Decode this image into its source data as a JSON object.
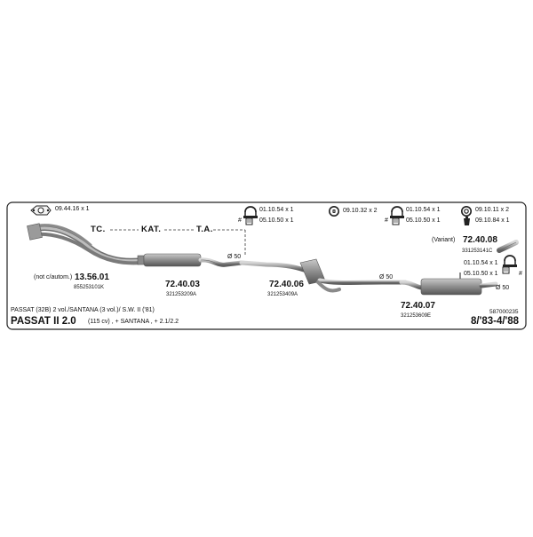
{
  "title": "PASSAT II 2.0",
  "years": "8/'83-4/'88",
  "model_line": "PASSAT (32B) 2 vol./SANTANA (3 vol.)/ S.W. II ('81)",
  "engine_line": "(115 cv) , + SANTANA , + 2.1/2.2",
  "diagram_number": "587000235",
  "section_labels": {
    "tc": "TC.",
    "kat": "KAT.",
    "ta": "T.A."
  },
  "diameters": {
    "d1": "Ø 50",
    "d2": "Ø 50",
    "d3": "Ø 50"
  },
  "parts": [
    {
      "number": "13.56.01",
      "oe": "855253101K",
      "note": "(not c/autom.)"
    },
    {
      "number": "72.40.03",
      "oe": "321253209A"
    },
    {
      "number": "72.40.06",
      "oe": "321253409A"
    },
    {
      "number": "72.40.07",
      "oe": "321253609E"
    },
    {
      "number": "72.40.08",
      "oe": "331253141C",
      "note": "(Variant)"
    }
  ],
  "accessories": {
    "gasket": "09.44.16 x 1",
    "clamp_a1": "01.10.54 x 1",
    "clamp_a2": "05.10.50 x 1",
    "ring_b": "09.10.32 x 2",
    "clamp_b1": "01.10.54 x 1",
    "clamp_b2": "05.10.50 x 1",
    "ring_c": "09.10.11 x 2",
    "rubber_c": "09.10.84 x 1",
    "clamp_d1": "01.10.54 x 1",
    "clamp_d2": "05.10.50 x 1",
    "hash": "#"
  },
  "colors": {
    "frame": "#222222",
    "pipe": "#9a9a9a",
    "pipe_dark": "#6f6f6f",
    "text": "#111111"
  },
  "icons": [
    "gasket-icon",
    "clamp-icon",
    "rubber-ring-icon",
    "hanger-icon"
  ]
}
